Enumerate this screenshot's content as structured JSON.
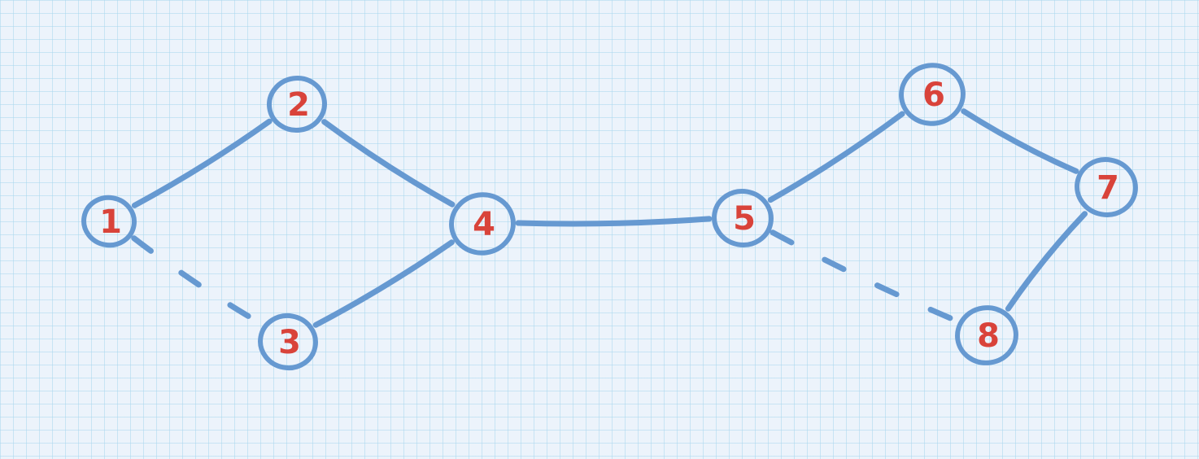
{
  "colors": {
    "background": "#ecf3fb",
    "grid": "#aad6ee",
    "edge": "#6699d1",
    "node_outline": "#6699d1",
    "label": "#d9433a"
  },
  "nodes": [
    {
      "id": "1",
      "label": "1"
    },
    {
      "id": "2",
      "label": "2"
    },
    {
      "id": "3",
      "label": "3"
    },
    {
      "id": "4",
      "label": "4"
    },
    {
      "id": "5",
      "label": "5"
    },
    {
      "id": "6",
      "label": "6"
    },
    {
      "id": "7",
      "label": "7"
    },
    {
      "id": "8",
      "label": "8"
    }
  ],
  "edges": [
    {
      "from": "1",
      "to": "2",
      "style": "solid"
    },
    {
      "from": "2",
      "to": "4",
      "style": "solid"
    },
    {
      "from": "1",
      "to": "3",
      "style": "dashed"
    },
    {
      "from": "3",
      "to": "4",
      "style": "solid"
    },
    {
      "from": "4",
      "to": "5",
      "style": "solid"
    },
    {
      "from": "5",
      "to": "6",
      "style": "solid"
    },
    {
      "from": "6",
      "to": "7",
      "style": "solid"
    },
    {
      "from": "7",
      "to": "8",
      "style": "solid"
    },
    {
      "from": "5",
      "to": "8",
      "style": "dashed"
    }
  ]
}
